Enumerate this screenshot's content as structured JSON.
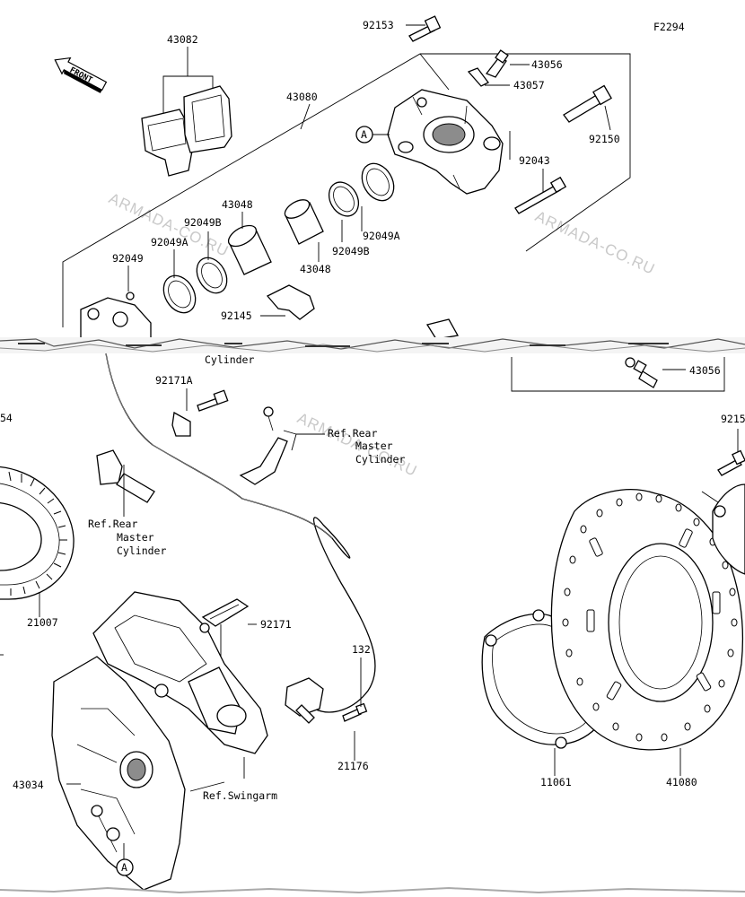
{
  "diagram_code": "F2294",
  "front_arrow": "FRONT",
  "callout_letter": "A",
  "watermark": "ARMADA-CO.RU",
  "labels": {
    "p43082": "43082",
    "p43080": "43080",
    "p92153": "92153",
    "p43056_top": "43056",
    "p43057": "43057",
    "p92150": "92150",
    "p92043": "92043",
    "p43048_a": "43048",
    "p92049B_a": "92049B",
    "p92049A_a": "92049A",
    "p92049": "92049",
    "p92049A_b": "92049A",
    "p92049B_b": "92049B",
    "p43048_b": "43048",
    "p92145": "92145",
    "p43056_bottom": "43056",
    "p92171A": "92171A",
    "p92171": "92171",
    "p21007": "21007",
    "p21176": "21176",
    "p132": "132",
    "p43034": "43034",
    "p11061": "11061",
    "p41080": "41080",
    "p9215_cut": "9215",
    "p54_cut": "54",
    "cylinder_cut": "Cylinder"
  },
  "refs": {
    "rear_master_cylinder_right": [
      "Ref.Rear",
      "Master",
      "Cylinder"
    ],
    "rear_master_cylinder_left": [
      "Ref.Rear",
      "Master",
      "Cylinder"
    ],
    "swingarm": "Ref.Swingarm"
  }
}
